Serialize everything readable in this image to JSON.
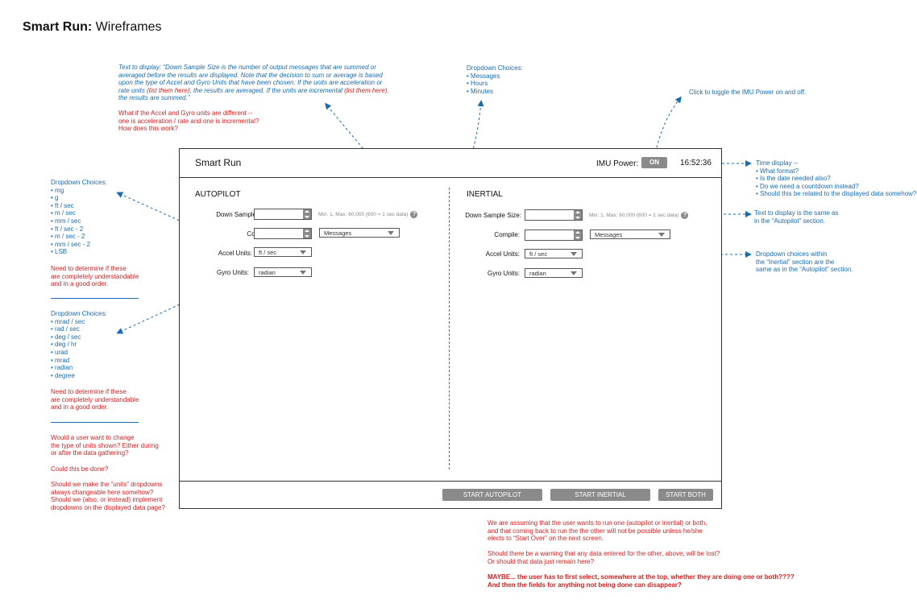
{
  "page": {
    "title_bold": "Smart Run:",
    "title_rest": " Wireframes"
  },
  "app": {
    "title": "Smart Run",
    "imu_label": "IMU Power:",
    "imu_toggle": "ON",
    "time": "16:52:36"
  },
  "autopilot": {
    "heading": "AUTOPILOT",
    "down_sample_label": "Down Sample Size:",
    "hint": "Min: 1, Max: 60,000  (600 = 1 sec data)",
    "compile_label": "Compile:",
    "compile_value": "Messages",
    "accel_label": "Accel Units:",
    "accel_value": "ft / sec",
    "gyro_label": "Gyro Units:",
    "gyro_value": "radian"
  },
  "inertial": {
    "heading": "INERTIAL",
    "down_sample_label": "Down Sample Size:",
    "hint": "Min: 1, Max: 60,000  (600 = 1 sec data)",
    "compile_label": "Compile:",
    "compile_value": "Messages",
    "accel_label": "Accel Units:",
    "accel_value": "ft / sec",
    "gyro_label": "Gyro Units:",
    "gyro_value": "radian"
  },
  "help_glyph": "?",
  "buttons": {
    "start_autopilot": "START AUTOPILOT",
    "start_inertial": "START INERTIAL",
    "start_both": "START BOTH"
  },
  "notes": {
    "downsample_blue": [
      "Text to display: “Down Sample Size is the number of output messages that are summed or",
      "averaged before the results are displayed. Note that the decision to sum or average is based",
      "upon the type of Accel and Gyro Units that have been chosen. If the units are acceleration or"
    ],
    "downsample_mixed_a": "rate units ",
    "downsample_mixed_a_red": "(list them here)",
    "downsample_mixed_b": ", the results are averaged. If the units are incremental ",
    "downsample_mixed_b_red": "(list them here)",
    "downsample_mixed_c": ",",
    "downsample_last": "the results are summed.”",
    "downsample_red": [
      "What if the Accel and Gyro units are different --",
      "one is acceleration / rate and one is incremental?",
      "How does this work?"
    ],
    "compile_choices": [
      "Dropdown Choices:",
      "• Messages",
      "• Hours",
      "• Minutes"
    ],
    "imu_note": "Click to toggle the IMU Power on and off.",
    "time_note": [
      "Time display --",
      "• What format?",
      "• Is the date needed also?",
      "• Do we need a countdown instead?",
      "• Should this be related to the displayed data somehow?"
    ],
    "inertial_text_note": [
      "Text to display is the same as",
      "in the “Autopilot” section."
    ],
    "inertial_dropdown_note": [
      "Dropdown choices within",
      "the “Inertial” section are the",
      "same as in the “Autopilot” section."
    ],
    "accel_choices": [
      "Dropdown Choices:",
      "• mg",
      "• g",
      "• ft / sec",
      "• m / sec",
      "• mm / sec",
      "• ft / sec - 2",
      "• m / sec - 2",
      "• mm / sec - 2",
      "• LSB"
    ],
    "accel_red": [
      "Need to determine if these",
      "are completely understandable",
      "and in a good order."
    ],
    "gyro_choices": [
      "Dropdown Choices:",
      "• mrad / sec",
      "• rad / sec",
      "• deg / sec",
      "• deg / hr",
      "• urad",
      "• mrad",
      "• radian",
      "• degree"
    ],
    "gyro_red": [
      "Need to determine if these",
      "are completely understandable",
      "and in a good order."
    ],
    "units_red_1": [
      "Would a user want to change",
      "the type of units shown? Either during",
      "or after the data gathering?"
    ],
    "units_red_2": "Could this be done?",
    "units_red_3": [
      "Should we make the “units” dropdowns",
      "always changeable here somehow?",
      "Should we (also, or instead) implement",
      "dropdowns on the displayed data page?"
    ],
    "bottom_red_1": [
      "We are assuming that the user wants to run one (autopilot or inertial) or both,",
      "and that coming back to run the the other will not be possible unless he/she",
      "elects to “Start Over” on the next screen."
    ],
    "bottom_red_2": [
      "Should there be a warning that any data entered for the other, above, will be lost?",
      "Or should that data just remain here?"
    ],
    "bottom_red_3": [
      "MAYBE... the user has to first select, somewhere at the top, whether they are doing one or both????",
      "And then the fields for anything not being done can disappear?"
    ]
  },
  "colors": {
    "note_blue": "#1a6bb0",
    "note_red": "#d21f1f",
    "button_gray": "#8a8a8a"
  }
}
